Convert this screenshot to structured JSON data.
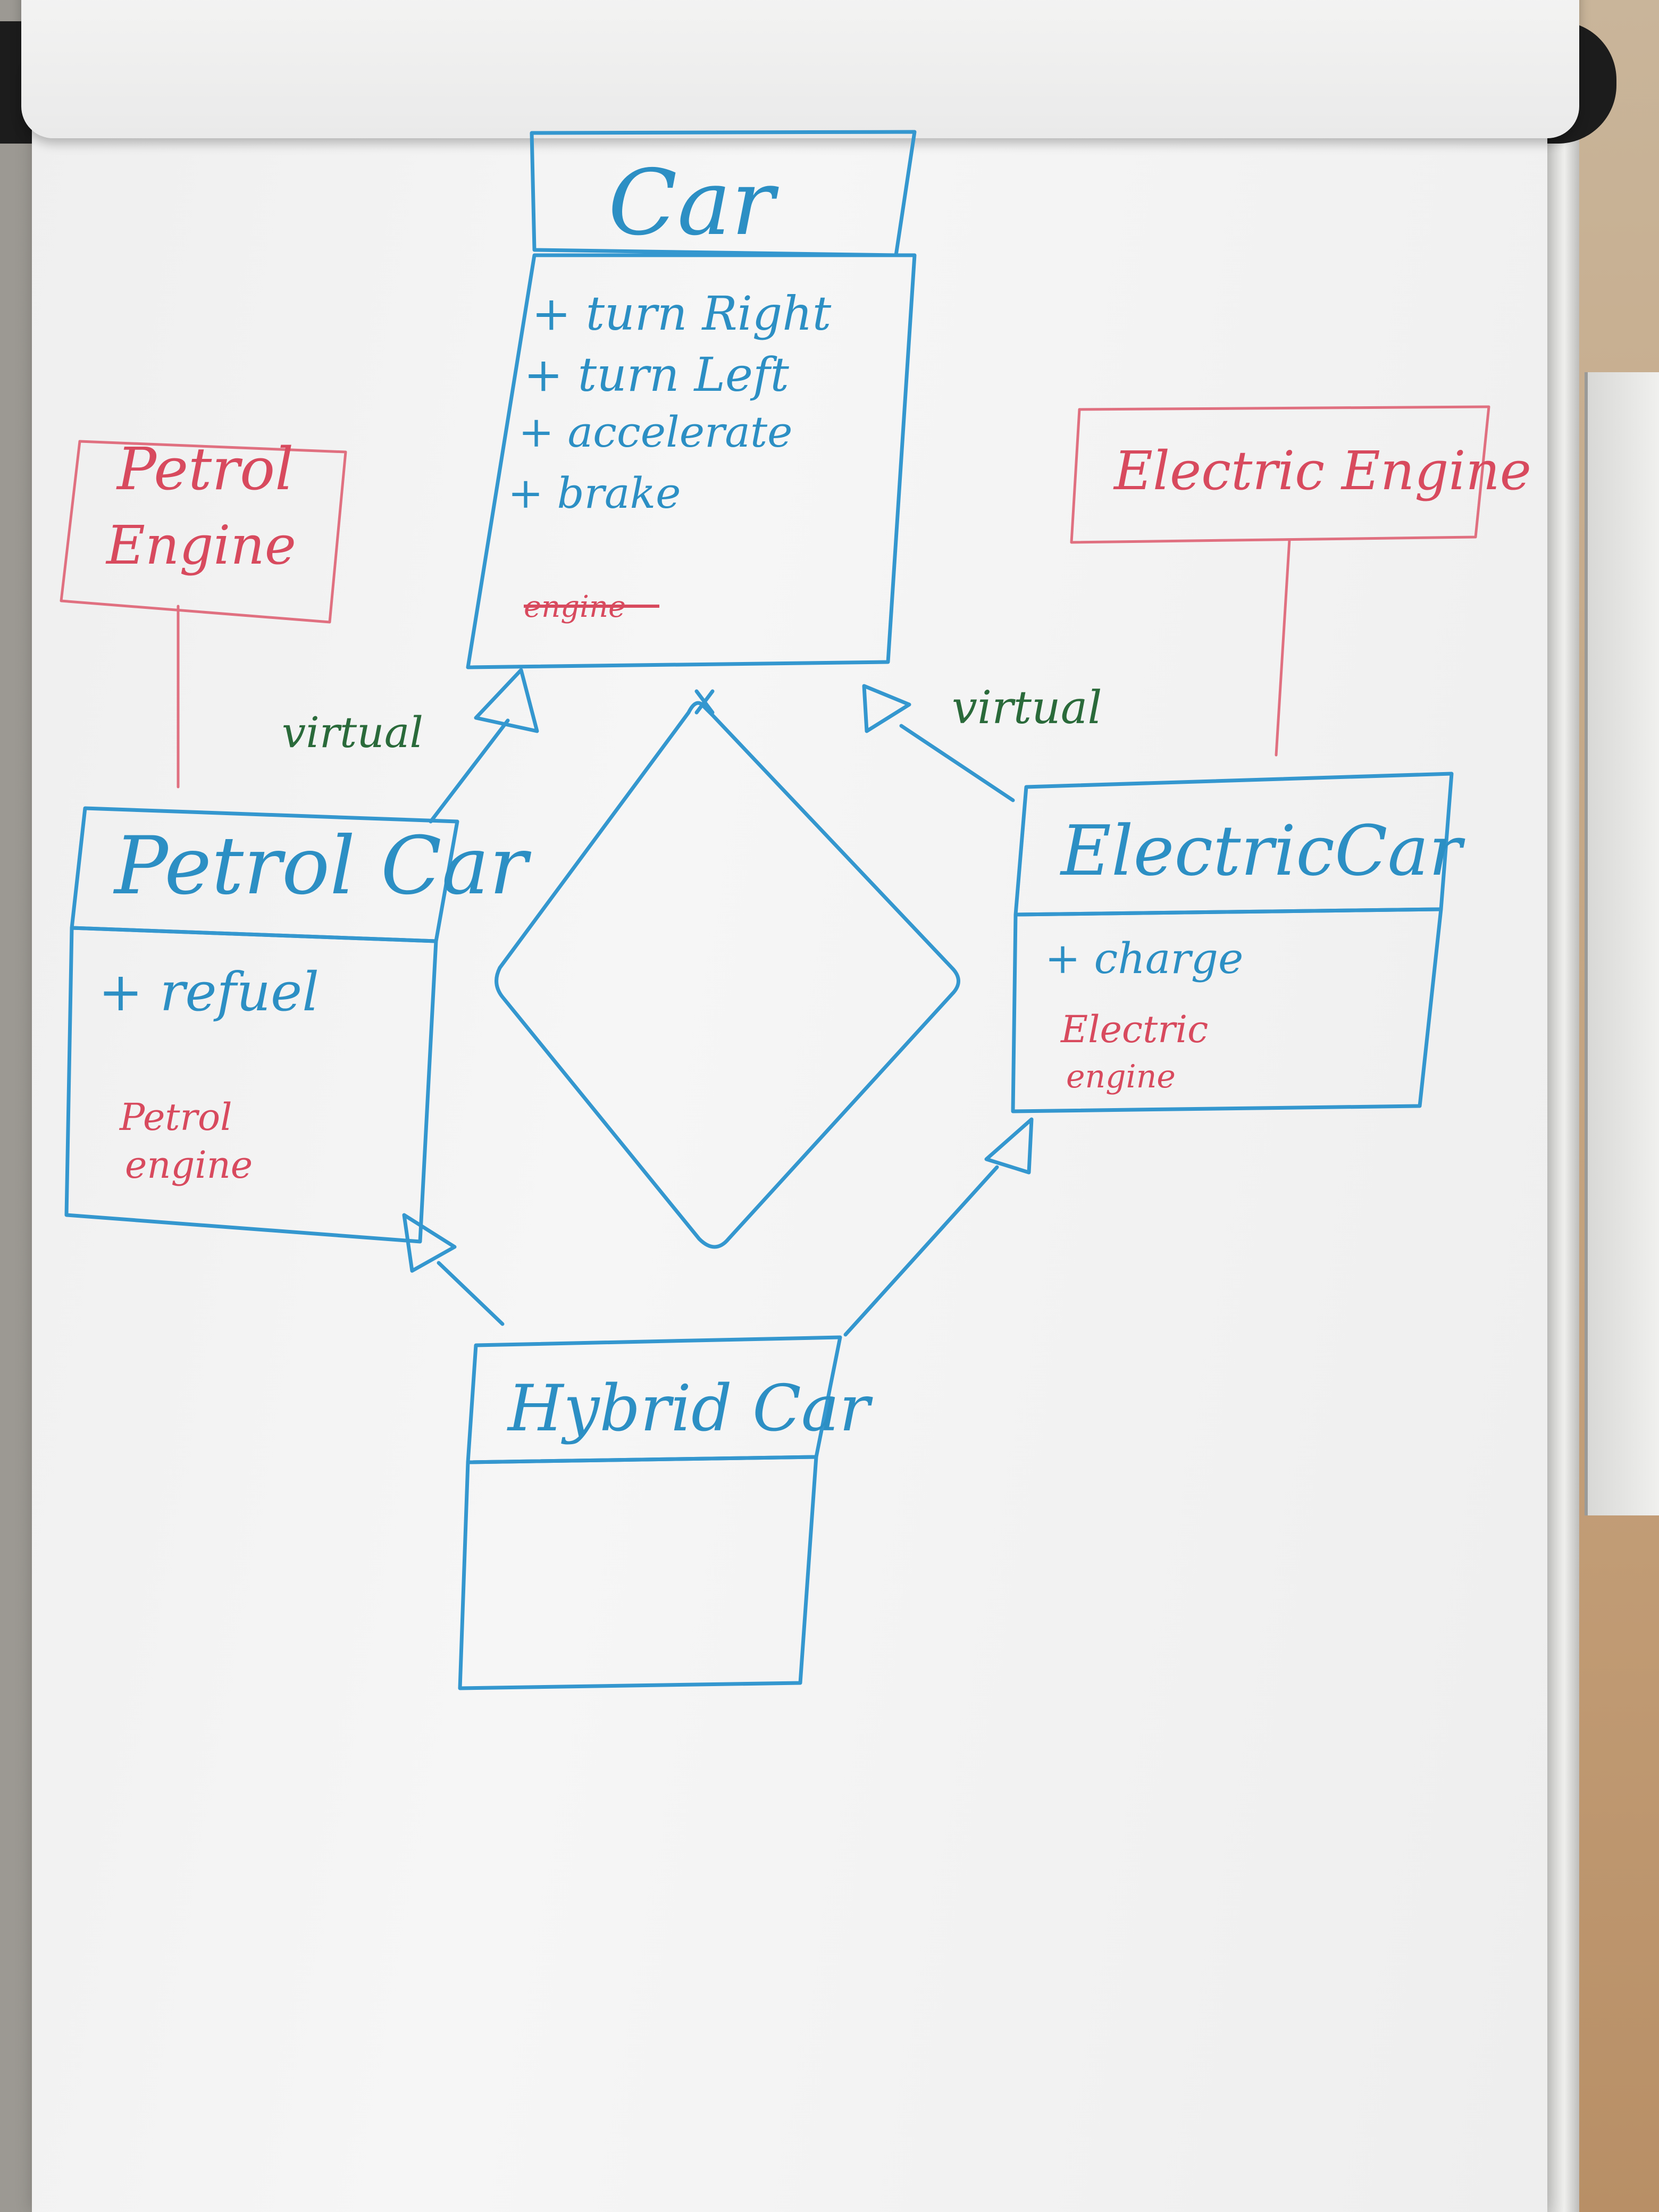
{
  "diagram": {
    "car": {
      "title": "Car",
      "methods": [
        "+ turn Right",
        "+ turn Left",
        "+ accelerate",
        "+ brake"
      ],
      "struck_field": "engine"
    },
    "petrol_engine": {
      "line1": "Petrol",
      "line2": "Engine"
    },
    "electric_engine": {
      "title": "Electric Engine"
    },
    "petrol_car": {
      "title": "Petrol Car",
      "method": "+ refuel",
      "field_line1": "Petrol",
      "field_line2": "engine"
    },
    "electric_car": {
      "title": "ElectricCar",
      "method": "+ charge",
      "field_line1": "Electric",
      "field_line2": "engine"
    },
    "hybrid_car": {
      "title": "Hybrid Car"
    },
    "labels": {
      "virtual_left": "virtual",
      "virtual_right": "virtual"
    }
  },
  "colors": {
    "blue_marker": "#3497cf",
    "red_marker": "#e07080",
    "green_marker": "#2a6a3a"
  }
}
